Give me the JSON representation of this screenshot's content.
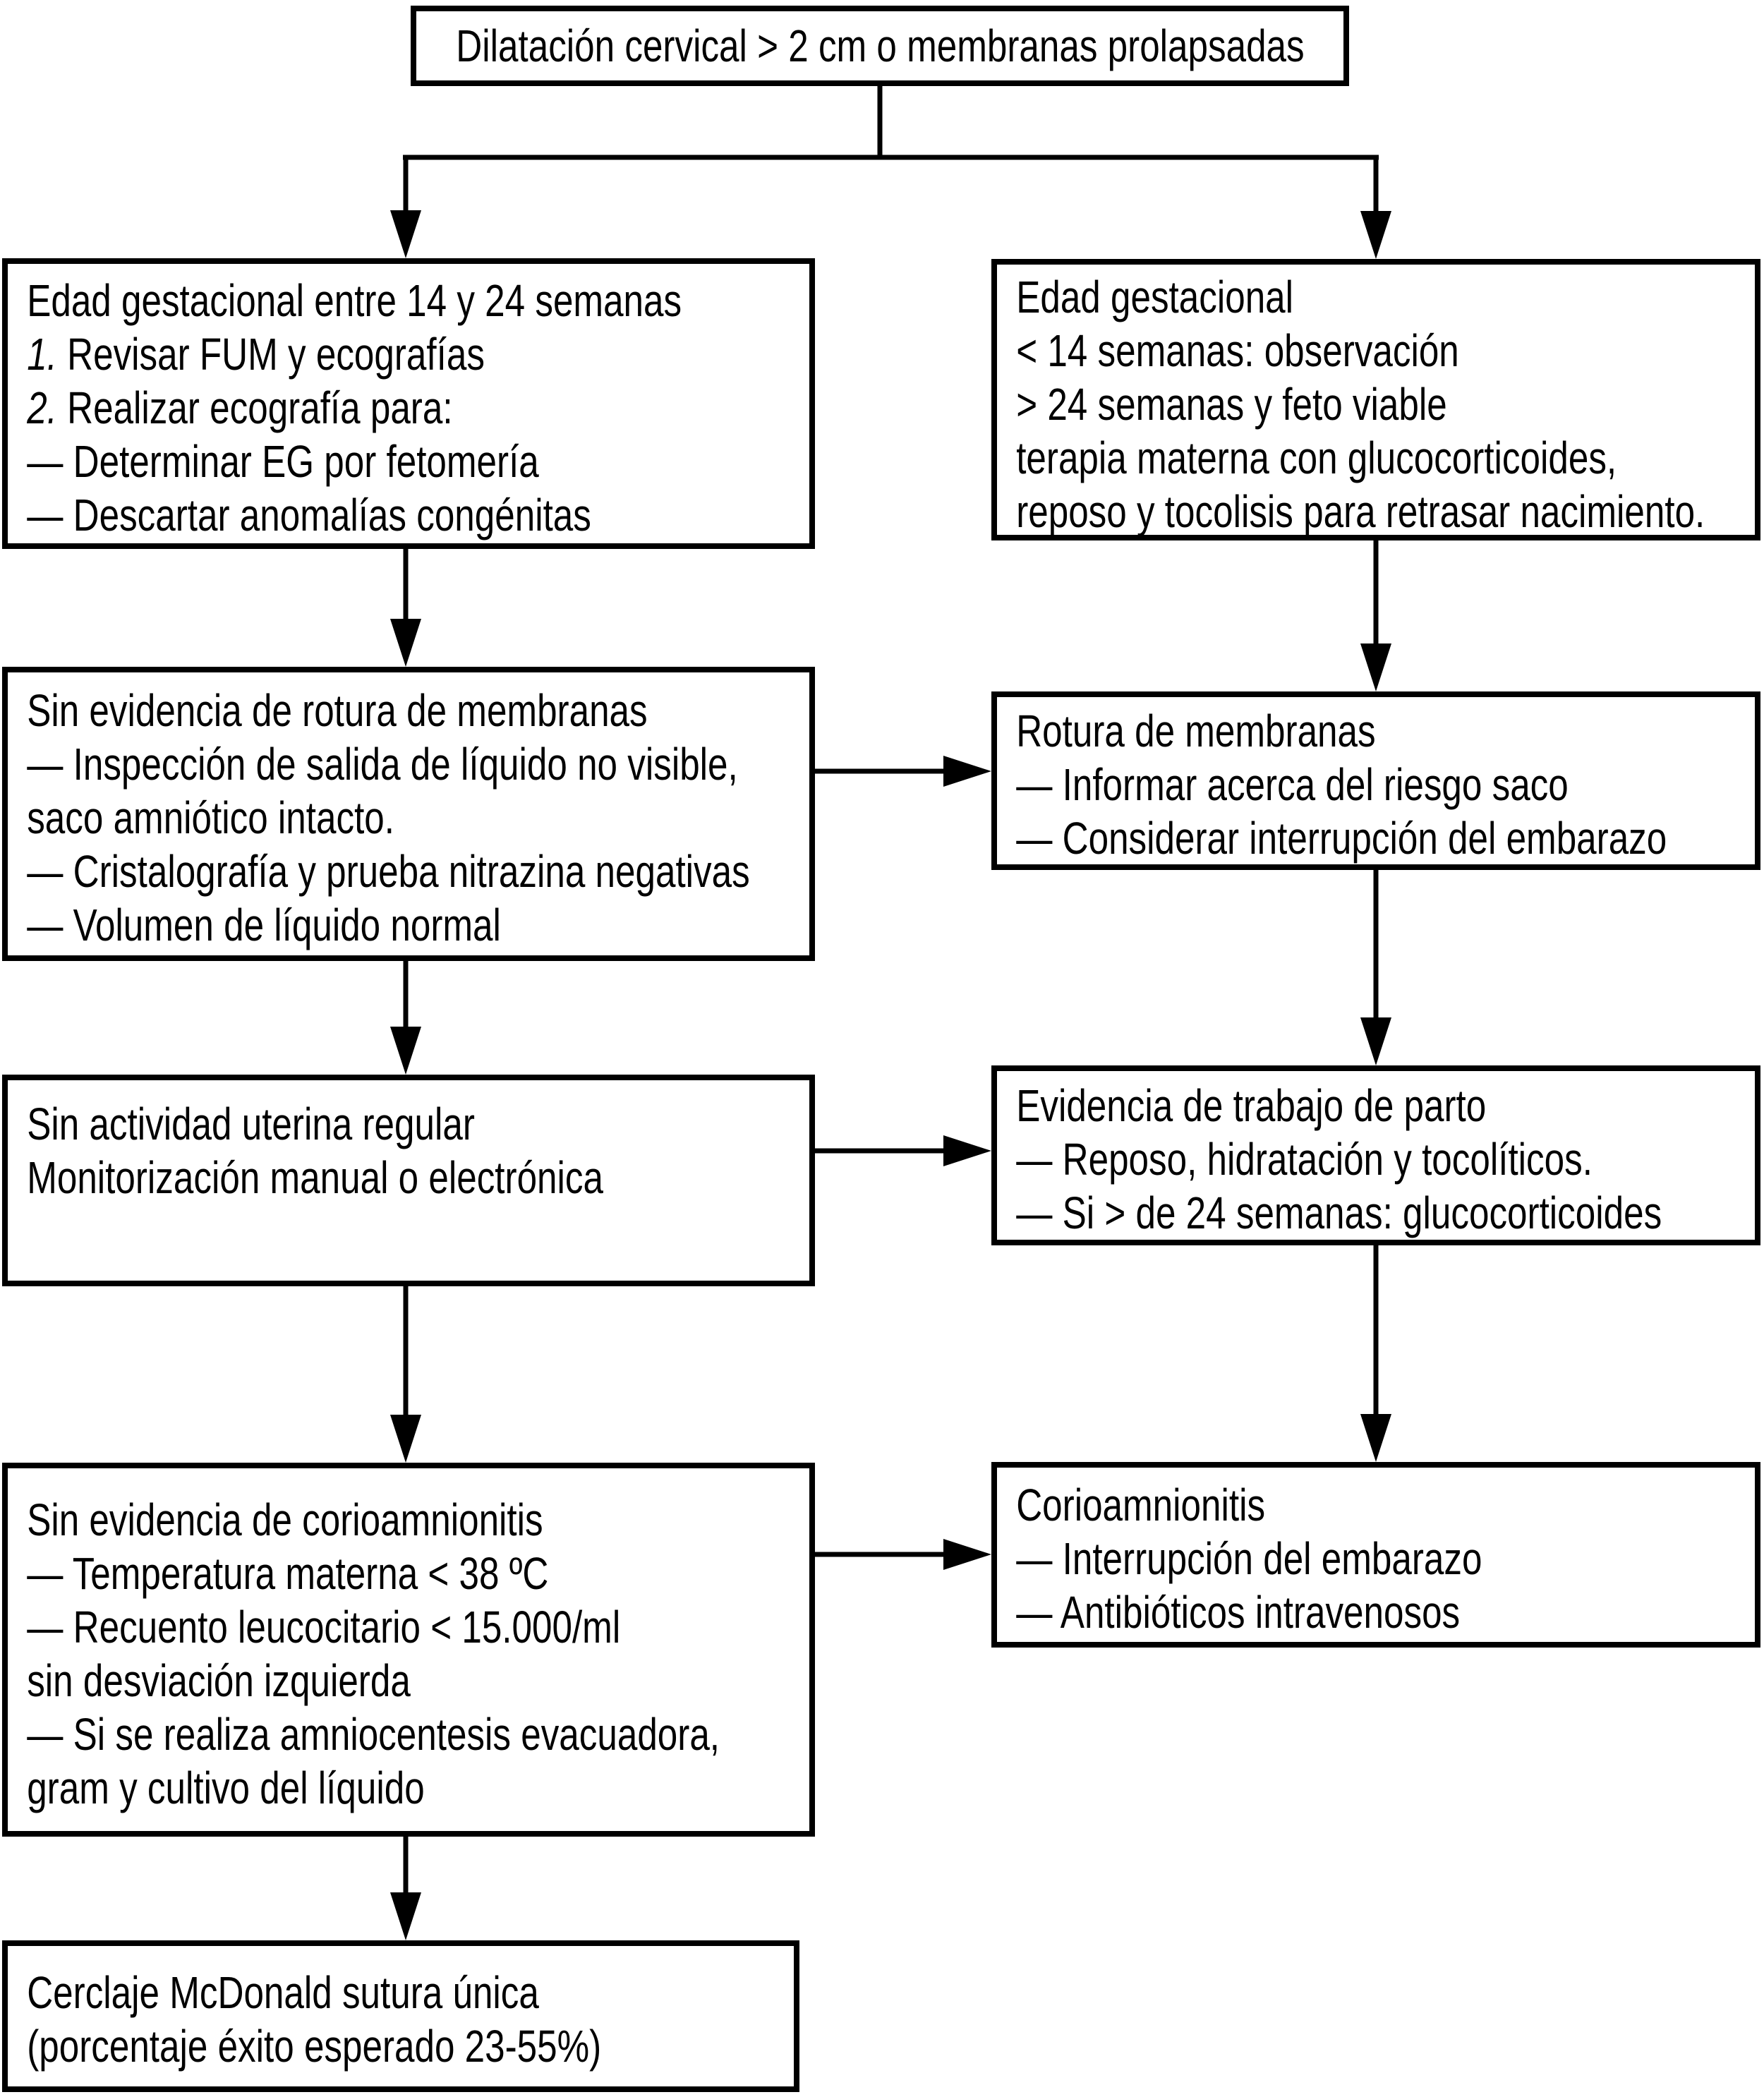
{
  "colors": {
    "ink": "#000000",
    "background": "#ffffff"
  },
  "diagram": {
    "root": {
      "lines": [
        "Dilatación cervical > 2 cm o membranas prolapsadas"
      ]
    },
    "left_column": [
      {
        "title": "Edad gestacional entre 14 y 24 semanas",
        "lines": [
          "Edad gestacional entre 14 y 24 semanas",
          {
            "segments": [
              {
                "t": "1.",
                "i": true
              },
              {
                "t": " Revisar FUM y ecografías"
              }
            ]
          },
          {
            "segments": [
              {
                "t": "2.",
                "i": true
              },
              {
                "t": " Realizar ecografía para:"
              }
            ]
          },
          "— Determinar EG por fetomería",
          "— Descartar anomalías congénitas"
        ]
      },
      {
        "title": "Sin evidencia de rotura de membranas",
        "lines": [
          "Sin evidencia de rotura de membranas",
          "— Inspección de salida de líquido no visible,",
          "saco amniótico intacto.",
          "— Cristalografía y prueba nitrazina negativas",
          "— Volumen de líquido normal"
        ]
      },
      {
        "title": "Sin actividad uterina regular",
        "lines": [
          "Sin actividad uterina regular",
          "Monitorización manual o electrónica"
        ]
      },
      {
        "title": "Sin evidencia de corioamnionitis",
        "lines": [
          "Sin evidencia de corioamnionitis",
          "— Temperatura materna < 38 ºC",
          "— Recuento leucocitario < 15.000/ml",
          "sin desviación izquierda",
          "— Si se realiza amniocentesis evacuadora,",
          "gram y cultivo del líquido"
        ]
      },
      {
        "title": "Cerclaje McDonald sutura única",
        "lines": [
          "Cerclaje McDonald sutura única",
          "(porcentaje éxito esperado 23-55%)"
        ]
      }
    ],
    "right_column": [
      {
        "title": "Edad gestacional",
        "lines": [
          "Edad gestacional",
          "< 14 semanas: observación",
          "> 24 semanas y feto viable",
          "terapia materna con glucocorticoides,",
          "reposo y tocolisis para retrasar nacimiento."
        ]
      },
      {
        "title": "Rotura de membranas",
        "lines": [
          "Rotura de membranas",
          "— Informar acerca del riesgo saco",
          "— Considerar interrupción del embarazo"
        ]
      },
      {
        "title": "Evidencia de trabajo de parto",
        "lines": [
          "Evidencia de trabajo de parto",
          "— Reposo, hidratación y tocolíticos.",
          "— Si > de 24 semanas: glucocorticoides"
        ]
      },
      {
        "title": "Corioamnionitis",
        "lines": [
          "Corioamnionitis",
          "— Interrupción del embarazo",
          "— Antibióticos intravenosos"
        ]
      }
    ]
  }
}
